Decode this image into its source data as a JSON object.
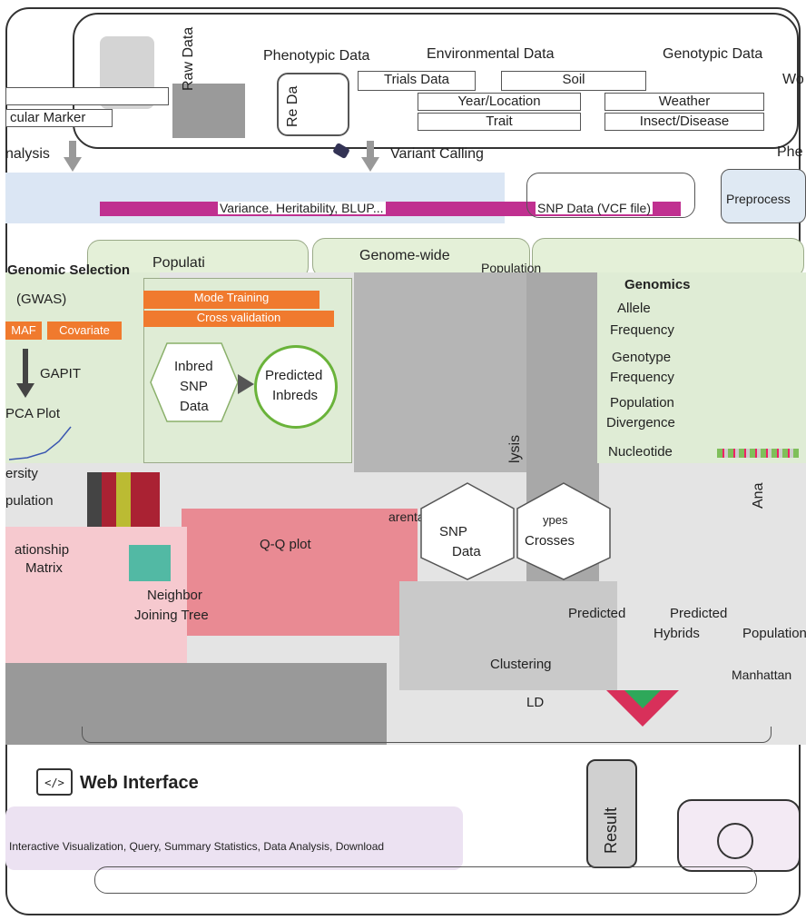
{
  "header": {
    "phenotypic": "Phenotypic Data",
    "environmental": "Environmental Data",
    "genotypic": "Genotypic Data",
    "raw_data": "Raw Data",
    "ref_data": "Re Da",
    "wo": "Wo"
  },
  "data_boxes": {
    "trials": "Trials Data",
    "soil": "Soil",
    "year_location": "Year/Location",
    "weather": "Weather",
    "trait": "Trait",
    "insect_disease": "Insect/Disease",
    "molecular_marker": "cular Marker"
  },
  "pipeline": {
    "analysis": "nalysis",
    "variant_calling": "Variant Calling",
    "phe": "Phe",
    "bar_text": "Variance, Heritability, BLUP...",
    "snp_data": "SNP Data (VCF file)",
    "preprocess": "Preprocess"
  },
  "tabs": {
    "population": "Populati",
    "genome_wide": "Genome-wide",
    "population2": "Population"
  },
  "genomic_selection": {
    "title": "Genomic Selection",
    "model_training": "Mode Training",
    "cross_validation": "Cross validation",
    "inbred_snp_data": [
      "Inbred",
      "SNP",
      "Data"
    ],
    "predicted_inbreds": [
      "Predicted",
      "Inbreds"
    ]
  },
  "left_panel": {
    "gwas": "(GWAS)",
    "maf": "MAF",
    "covariate": "Covariate",
    "gapit": "GAPIT",
    "pca_plot": "PCA Plot",
    "diversity": "ersity",
    "population": "pulation",
    "relationship": "ationship",
    "matrix": "Matrix",
    "neighbor": "Neighbor",
    "joining_tree": "Joining Tree",
    "qq_plot": "Q-Q plot"
  },
  "genomics": {
    "title": "Genomics",
    "allele_frequency": [
      "Allele",
      "Frequency"
    ],
    "genotype_frequency": [
      "Genotype",
      "Frequency"
    ],
    "population_divergence": [
      "Population",
      "Divergence"
    ],
    "nucleotide": "Nucleotide",
    "ana": "Ana",
    "lysis": "lysis"
  },
  "crosses": {
    "parental_phenotypes": "arental Phenoty",
    "snp_data": [
      "SNP",
      "Data"
    ],
    "crosses": "Crosses",
    "crosses_prefix": "ypes",
    "predicted": "Predicted",
    "predicted_hybrids": [
      "Predicted",
      "Hybrids"
    ],
    "population": "Population"
  },
  "bottom_panel": {
    "clustering": "Clustering",
    "ld": "LD",
    "manhattan": "Manhattan"
  },
  "web": {
    "title": "Web Interface",
    "result": "Result",
    "bottom_text": "Interactive Visualization, Query, Summary Statistics, Data Analysis, Download"
  },
  "colors": {
    "green_tab": "#e4f0d8",
    "orange": "#f07a2e",
    "pink": "#e98a93",
    "gray": "#9a9a9a",
    "magenta": "#c03090",
    "green_circle": "#6ab33a"
  }
}
